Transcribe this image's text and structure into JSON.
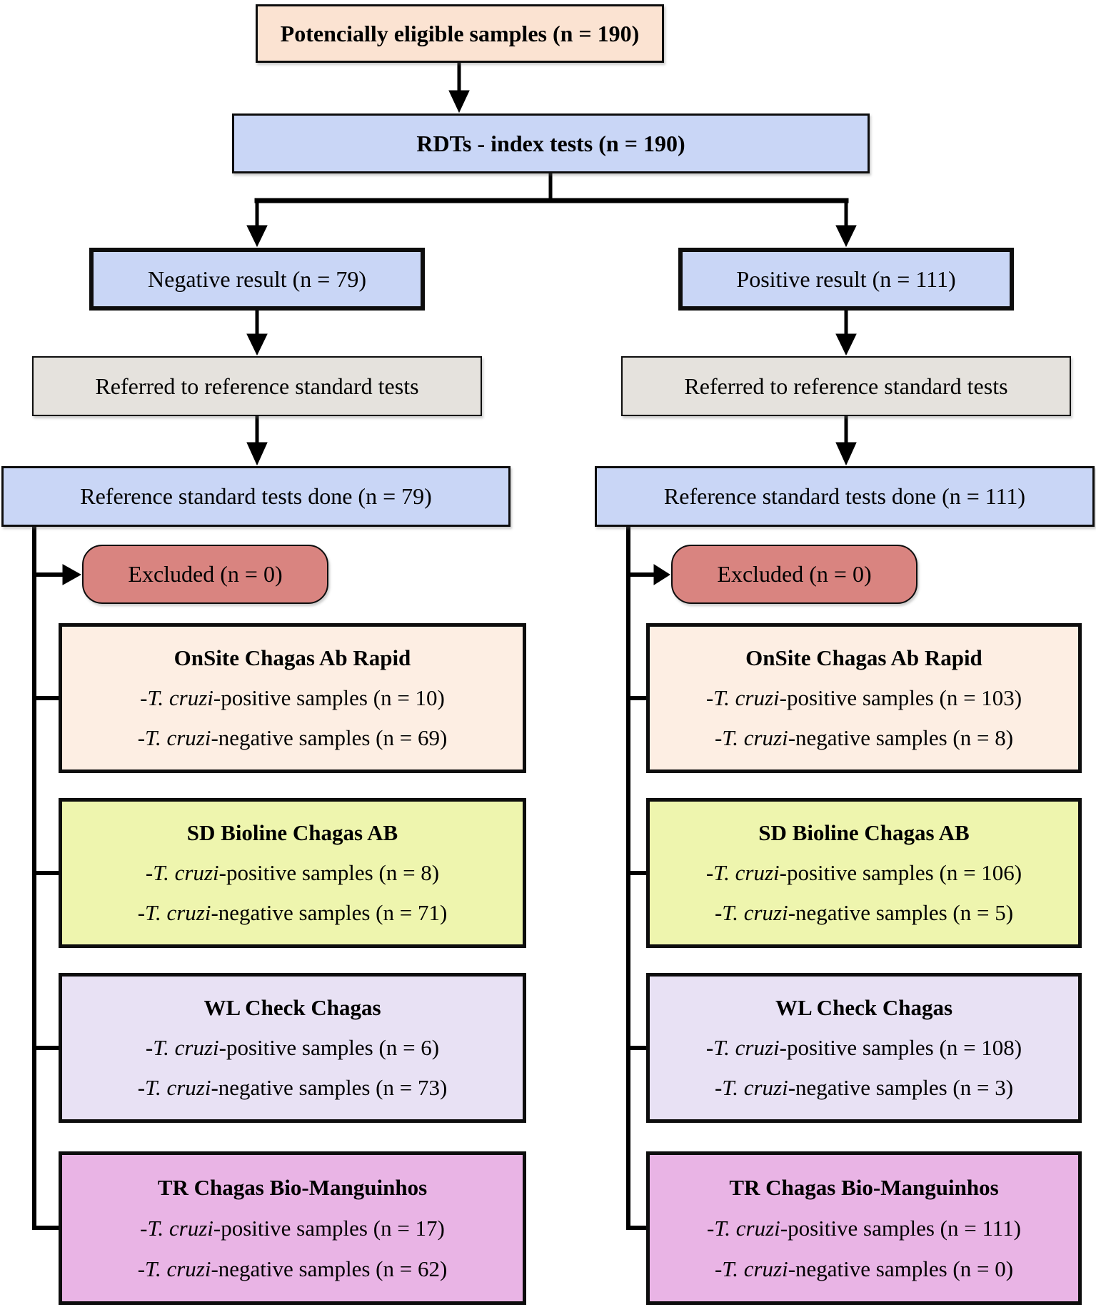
{
  "flowchart": {
    "top_box": "Potencially eligible samples (n = 190)",
    "rdt_box": "RDTs - index tests (n = 190)",
    "columns": [
      {
        "branch": "Negative result (n = 79)",
        "referred": "Referred to reference standard tests",
        "done": "Reference standard tests done (n = 79)",
        "excluded": "Excluded (n = 0)",
        "tests": [
          {
            "title": "OnSite Chagas Ab Rapid",
            "positive": {
              "pre": "-",
              "italic": "T. cruzi",
              "post": "-positive samples (n = 10)"
            },
            "negative": {
              "pre": "-",
              "italic": "T. cruzi",
              "post": "-negative samples (n = 69)"
            }
          },
          {
            "title": "SD Bioline Chagas AB",
            "positive": {
              "pre": "-",
              "italic": "T. cruzi",
              "post": "-positive samples (n = 8)"
            },
            "negative": {
              "pre": "-",
              "italic": "T. cruzi",
              "post": "-negative samples (n = 71)"
            }
          },
          {
            "title": "WL Check Chagas",
            "positive": {
              "pre": "-",
              "italic": "T. cruzi",
              "post": "-positive samples (n = 6)"
            },
            "negative": {
              "pre": "-",
              "italic": "T. cruzi",
              "post": "-negative samples (n = 73)"
            }
          },
          {
            "title": "TR Chagas Bio-Manguinhos",
            "positive": {
              "pre": "-",
              "italic": "T. cruzi",
              "post": "-positive samples (n = 17)"
            },
            "negative": {
              "pre": "-",
              "italic": "T. cruzi",
              "post": "-negative samples (n = 62)"
            }
          }
        ]
      },
      {
        "branch": "Positive result (n = 111)",
        "referred": "Referred to reference standard tests",
        "done": "Reference standard tests done (n = 111)",
        "excluded": "Excluded (n = 0)",
        "tests": [
          {
            "title": "OnSite Chagas Ab Rapid",
            "positive": {
              "pre": "-",
              "italic": "T. cruzi",
              "post": "-positive samples (n = 103)"
            },
            "negative": {
              "pre": "-",
              "italic": "T. cruzi",
              "post": "-negative samples (n = 8)"
            }
          },
          {
            "title": "SD Bioline Chagas AB",
            "positive": {
              "pre": "-",
              "italic": "T. cruzi",
              "post": "-positive samples (n = 106)"
            },
            "negative": {
              "pre": "-",
              "italic": "T. cruzi",
              "post": "-negative samples (n = 5)"
            }
          },
          {
            "title": "WL Check Chagas",
            "positive": {
              "pre": "-",
              "italic": "T. cruzi",
              "post": "-positive samples (n = 108)"
            },
            "negative": {
              "pre": "-",
              "italic": "T. cruzi",
              "post": "-negative samples (n = 3)"
            }
          },
          {
            "title": "TR Chagas Bio-Manguinhos",
            "positive": {
              "pre": "-",
              "italic": "T. cruzi",
              "post": "-positive samples (n = 111)"
            },
            "negative": {
              "pre": "-",
              "italic": "T. cruzi",
              "post": "-negative samples (n = 0)"
            }
          }
        ]
      }
    ],
    "colors": {
      "peach": "#fbe3d2",
      "blue": "#c9d6f6",
      "gray": "#e5e2dd",
      "red": "#d98480",
      "pale_peach": "#fdeee3",
      "yellow_green": "#eef5ae",
      "lavender": "#e8e1f4",
      "orchid": "#e9b4e5",
      "line": "#000000"
    }
  }
}
